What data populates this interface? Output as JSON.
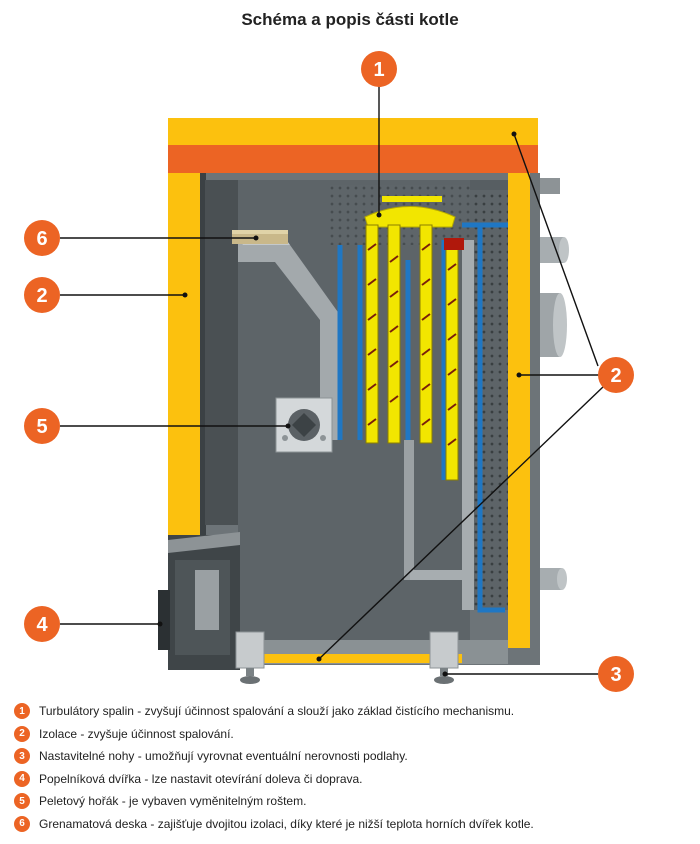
{
  "title": "Schéma a popis části kotle",
  "callout_numbers": [
    "1",
    "2",
    "2",
    "3",
    "4",
    "5",
    "6"
  ],
  "colors": {
    "accent": "#ec6424",
    "insulation": "#fcc10e",
    "top_plate": "#ec6424",
    "steel": "#6d7478",
    "water_jacket": "#1f77c4",
    "turbulator": "#f2e600"
  },
  "legend": [
    {
      "num": "1",
      "text": "Turbulátory spalin - zvyšují účinnost spalování a slouží jako základ čistícího mechanismu."
    },
    {
      "num": "2",
      "text": "Izolace - zvyšuje účinnost spalování."
    },
    {
      "num": "3",
      "text": "Nastavitelné nohy - umožňují vyrovnat eventuální nerovnosti podlahy."
    },
    {
      "num": "4",
      "text": "Popelníková dvířka - lze nastavit otevírání doleva či doprava."
    },
    {
      "num": "5",
      "text": "Peletový hořák - je vybaven vyměnitelným roštem."
    },
    {
      "num": "6",
      "text": "Grenamatová deska - zajišťuje dvojitou izolaci, díky které je nižší teplota horních dvířek kotle."
    }
  ]
}
